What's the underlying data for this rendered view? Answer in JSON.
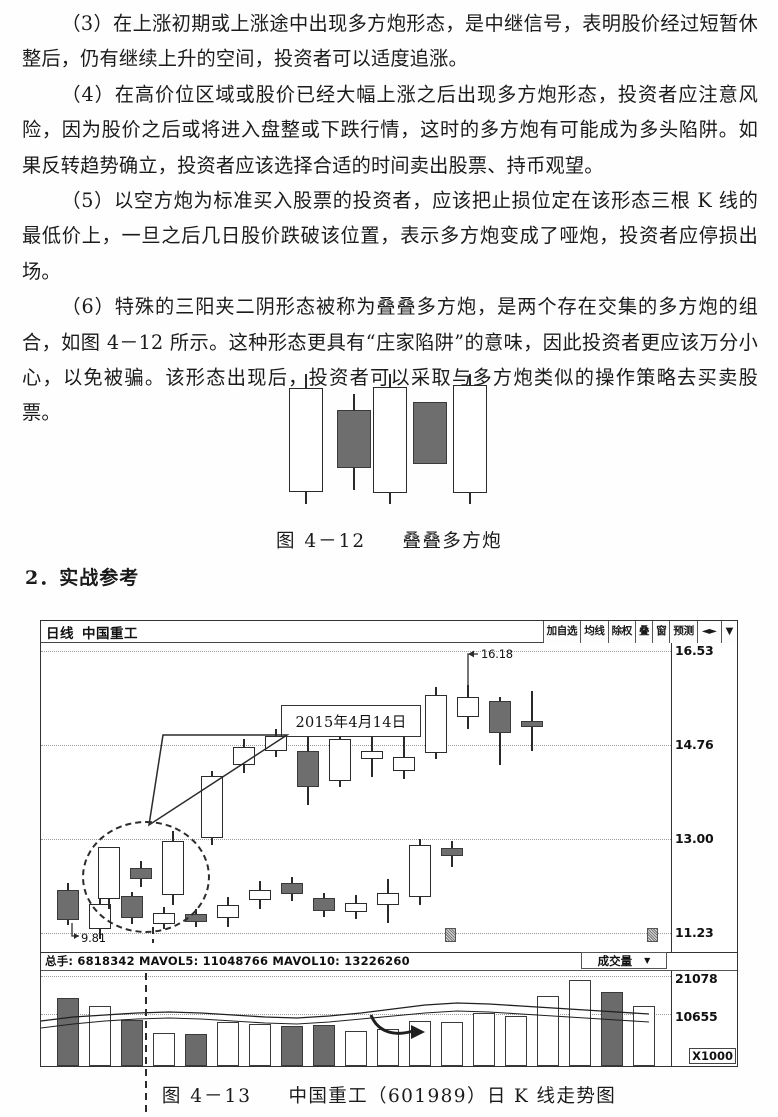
{
  "prose": {
    "paragraphs": [
      "（3）在上涨初期或上涨途中出现多方炮形态，是中继信号，表明股价经过短暂休整后，仍有继续上升的空间，投资者可以适度追涨。",
      "（4）在高价位区域或股价已经大幅上涨之后出现多方炮形态，投资者应注意风险，因为股价之后或将进入盘整或下跌行情，这时的多方炮有可能成为多头陷阱。如果反转趋势确立，投资者应该选择合适的时间卖出股票、持币观望。",
      "（5）以空方炮为标准买入股票的投资者，应该把止损位定在该形态三根 K 线的最低价上，一旦之后几日股价跌破该位置，表示多方炮变成了哑炮，投资者应停损出场。",
      "（6）特殊的三阳夹二阴形态被称为叠叠多方炮，是两个存在交集的多方炮的组合，如图 4－12 所示。这种形态更具有“庄家陷阱”的意味，因此投资者更应该万分小心，以免被骗。该形态出现后，投资者可以采取与多方炮类似的操作策略去买卖股票。"
    ],
    "section_heading": "2．实战参考"
  },
  "figure_4_12": {
    "caption_number": "图 4－12",
    "caption_text": "叠叠多方炮",
    "chart_data": {
      "type": "candlestick",
      "title": "叠叠多方炮",
      "candles": [
        {
          "index": 1,
          "direction": "up",
          "open": 10,
          "close": 88,
          "high": 98,
          "low": 3
        },
        {
          "index": 2,
          "direction": "down",
          "open": 72,
          "close": 30,
          "high": 82,
          "low": 18
        },
        {
          "index": 3,
          "direction": "up",
          "open": 12,
          "close": 90,
          "high": 99,
          "low": 4
        },
        {
          "index": 4,
          "direction": "down",
          "open": 70,
          "close": 32,
          "high": 70,
          "low": 32
        },
        {
          "index": 5,
          "direction": "up",
          "open": 10,
          "close": 92,
          "high": 100,
          "low": 2
        }
      ]
    }
  },
  "figure_4_13": {
    "caption_number": "图 4－13",
    "caption_text": "中国重工（601989）日 K 线走势图",
    "terminal": {
      "period_label": "日线",
      "stock_name": "中国重工",
      "toolbar": [
        {
          "label": "加自选"
        },
        {
          "label": "均线"
        },
        {
          "label": "除权"
        },
        {
          "label": "叠"
        },
        {
          "label": "窗"
        },
        {
          "label": "预测"
        },
        {
          "label": "◄►"
        },
        {
          "label": "▼"
        }
      ],
      "annotation_box": "2015年4月14日",
      "price_labels": [
        "16.53",
        "14.76",
        "13.00",
        "11.23"
      ],
      "high_marker": "16.18",
      "low_marker": "9.81",
      "volume_header": "总手: 6818342  MAVOL5: 11048766  MAVOL10: 13226260",
      "volume_selector": "成交量",
      "volume_selector_caret": "▼",
      "volume_labels": [
        "21078",
        "10655"
      ],
      "volume_unit": "X1000"
    },
    "chart_data": {
      "type": "candlestick",
      "title": "中国重工（601989）日 K 线走势图",
      "ylabel": "价格",
      "ylim": [
        9.0,
        17.1
      ],
      "ytick_labels": [
        "16.53",
        "14.76",
        "13.00",
        "11.23"
      ],
      "ytick_values": [
        16.53,
        14.76,
        13.0,
        11.23
      ],
      "annotations": [
        {
          "text": "2015年4月14日",
          "points_to_index": 14
        },
        {
          "text": "16.18",
          "type": "high-callout",
          "points_to_index": 25
        },
        {
          "text": "9.81",
          "type": "low-callout",
          "points_to_index": 2
        }
      ],
      "highlight": {
        "type": "dashed-ellipse",
        "pattern": "多方炮",
        "candle_indices": [
          14,
          15,
          16
        ]
      },
      "candles": [
        {
          "i": 1,
          "open": 10.45,
          "close": 9.95,
          "high": 10.6,
          "low": 9.9,
          "dir": "down"
        },
        {
          "i": 2,
          "open": 9.81,
          "close": 10.25,
          "high": 10.45,
          "low": 9.7,
          "dir": "up"
        },
        {
          "i": 3,
          "open": 10.3,
          "close": 9.95,
          "high": 10.4,
          "low": 9.85,
          "dir": "down"
        },
        {
          "i": 4,
          "open": 9.9,
          "close": 10.0,
          "high": 10.12,
          "low": 9.8,
          "dir": "up"
        },
        {
          "i": 5,
          "open": 10.05,
          "close": 9.98,
          "high": 10.1,
          "low": 9.9,
          "dir": "down"
        },
        {
          "i": 6,
          "open": 9.98,
          "close": 10.15,
          "high": 10.25,
          "low": 9.9,
          "dir": "up"
        },
        {
          "i": 7,
          "open": 10.18,
          "close": 10.3,
          "high": 10.45,
          "low": 10.05,
          "dir": "up"
        },
        {
          "i": 8,
          "open": 10.42,
          "close": 10.3,
          "high": 10.5,
          "low": 10.22,
          "dir": "down"
        },
        {
          "i": 9,
          "open": 10.28,
          "close": 10.08,
          "high": 10.32,
          "low": 10.02,
          "dir": "down"
        },
        {
          "i": 10,
          "open": 10.1,
          "close": 10.18,
          "high": 10.28,
          "low": 10.02,
          "dir": "up"
        },
        {
          "i": 11,
          "open": 10.25,
          "close": 10.3,
          "high": 10.55,
          "low": 10.05,
          "dir": "up"
        },
        {
          "i": 12,
          "open": 10.4,
          "close": 11.45,
          "high": 11.6,
          "low": 10.3,
          "dir": "up"
        },
        {
          "i": 13,
          "open": 11.5,
          "close": 11.42,
          "high": 11.62,
          "low": 11.3,
          "dir": "down"
        },
        {
          "i": 14,
          "open": 11.1,
          "close": 11.95,
          "high": 12.0,
          "low": 10.95,
          "dir": "up"
        },
        {
          "i": 15,
          "open": 11.6,
          "close": 11.45,
          "high": 11.75,
          "low": 11.35,
          "dir": "down"
        },
        {
          "i": 16,
          "open": 11.5,
          "close": 12.6,
          "high": 12.8,
          "low": 11.3,
          "dir": "up"
        },
        {
          "i": 17,
          "open": 12.8,
          "close": 13.6,
          "high": 13.7,
          "low": 12.7,
          "dir": "up"
        },
        {
          "i": 18,
          "open": 13.8,
          "close": 14.2,
          "high": 14.45,
          "low": 13.55,
          "dir": "up"
        },
        {
          "i": 19,
          "open": 13.75,
          "close": 13.55,
          "high": 14.2,
          "low": 12.95,
          "dir": "down"
        },
        {
          "i": 20,
          "open": 13.95,
          "close": 13.2,
          "high": 14.1,
          "low": 12.95,
          "dir": "down"
        },
        {
          "i": 21,
          "open": 13.2,
          "close": 14.05,
          "high": 14.45,
          "low": 12.95,
          "dir": "up"
        },
        {
          "i": 22,
          "open": 13.85,
          "close": 13.9,
          "high": 14.35,
          "low": 13.4,
          "dir": "up"
        },
        {
          "i": 23,
          "open": 13.55,
          "close": 13.45,
          "high": 13.95,
          "low": 13.3,
          "dir": "down"
        },
        {
          "i": 24,
          "open": 13.55,
          "close": 15.1,
          "high": 15.35,
          "low": 13.5,
          "dir": "up"
        },
        {
          "i": 25,
          "open": 15.0,
          "close": 15.55,
          "high": 16.18,
          "low": 14.85,
          "dir": "up"
        },
        {
          "i": 26,
          "open": 15.55,
          "close": 14.6,
          "high": 15.6,
          "low": 13.9,
          "dir": "down"
        },
        {
          "i": 27,
          "open": 14.55,
          "close": 14.5,
          "high": 15.3,
          "low": 14.0,
          "dir": "down"
        }
      ],
      "volume": {
        "type": "bar",
        "ylabel": "成交量",
        "unit": "X1000",
        "ytick_labels": [
          "21078",
          "10655"
        ],
        "ytick_values": [
          21078,
          10655
        ],
        "values": [
          {
            "i": 1,
            "v": 13500,
            "dir": "down"
          },
          {
            "i": 2,
            "v": 11900,
            "dir": "up"
          },
          {
            "i": 3,
            "v": 9200,
            "dir": "down"
          },
          {
            "i": 4,
            "v": 6600,
            "dir": "up"
          },
          {
            "i": 5,
            "v": 6300,
            "dir": "down"
          },
          {
            "i": 6,
            "v": 8800,
            "dir": "up"
          },
          {
            "i": 7,
            "v": 8300,
            "dir": "up"
          },
          {
            "i": 8,
            "v": 7900,
            "dir": "down"
          },
          {
            "i": 9,
            "v": 8100,
            "dir": "down"
          },
          {
            "i": 10,
            "v": 6900,
            "dir": "up"
          },
          {
            "i": 11,
            "v": 7400,
            "dir": "up"
          },
          {
            "i": 12,
            "v": 9000,
            "dir": "up"
          },
          {
            "i": 13,
            "v": 8700,
            "dir": "up"
          },
          {
            "i": 14,
            "v": 10600,
            "dir": "up"
          },
          {
            "i": 15,
            "v": 9900,
            "dir": "up"
          },
          {
            "i": 16,
            "v": 14000,
            "dir": "up"
          },
          {
            "i": 17,
            "v": 20400,
            "dir": "up"
          },
          {
            "i": 18,
            "v": 17500,
            "dir": "down"
          },
          {
            "i": 19,
            "v": 14200,
            "dir": "up"
          },
          {
            "i": 20,
            "v": 13700,
            "dir": "down"
          },
          {
            "i": 21,
            "v": 13900,
            "dir": "up"
          },
          {
            "i": 22,
            "v": 13400,
            "dir": "up"
          },
          {
            "i": 23,
            "v": 13100,
            "dir": "up"
          },
          {
            "i": 24,
            "v": 12100,
            "dir": "up"
          },
          {
            "i": 25,
            "v": 12000,
            "dir": "up"
          },
          {
            "i": 26,
            "v": 7700,
            "dir": "down"
          },
          {
            "i": 27,
            "v": 5600,
            "dir": "up"
          }
        ],
        "ma_lines": [
          "MAVOL5",
          "MAVOL10"
        ]
      }
    }
  }
}
